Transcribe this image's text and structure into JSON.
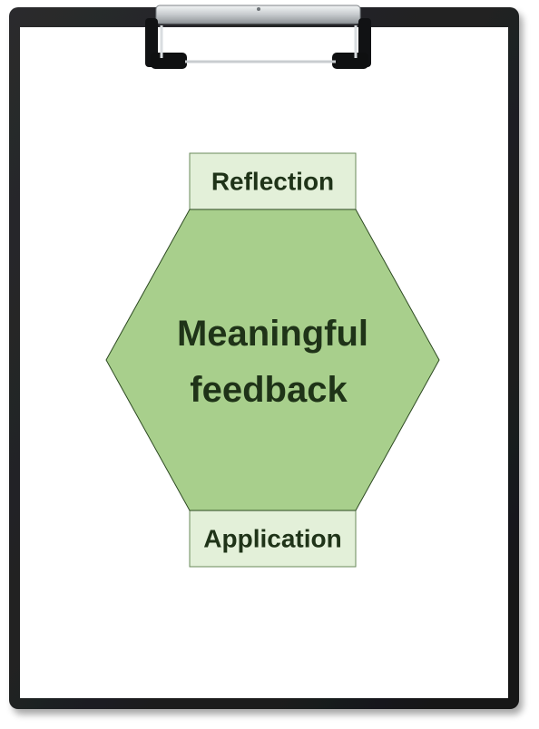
{
  "diagram": {
    "center_label_line1": "Meaningful",
    "center_label_line2": "feedback",
    "top_label": "Reflection",
    "bottom_label": "Application"
  },
  "colors": {
    "board": "#1c1d1f",
    "board_edge": "#333537",
    "paper": "#ffffff",
    "hexagon_fill": "#a8cf8c",
    "hexagon_stroke": "#2d4a22",
    "label_box_fill": "#e3f0d9",
    "label_box_stroke": "#6a8a5a",
    "text": "#1f3318",
    "clip_metal": "#cfd3d6"
  },
  "icons": {
    "clip": "clipboard-clip-icon"
  }
}
